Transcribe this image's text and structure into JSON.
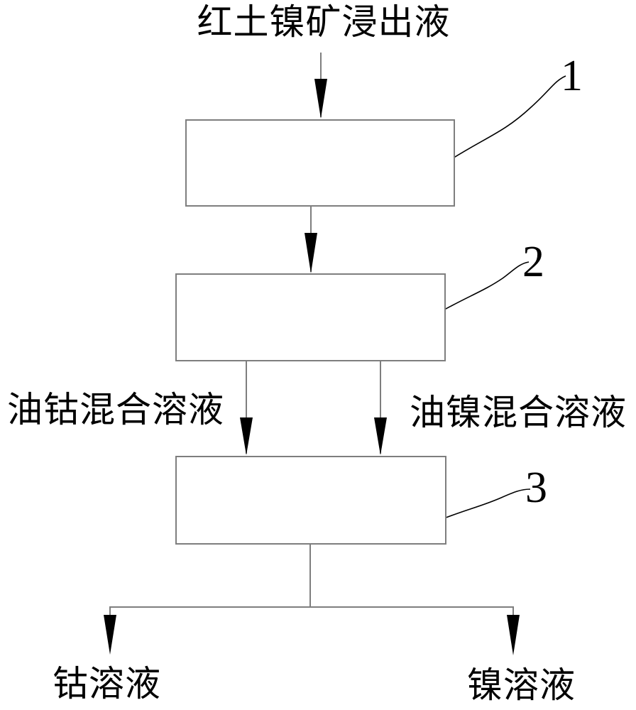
{
  "figure": {
    "labels": {
      "input": "红土镍矿浸出液",
      "mid_left": "油钴混合溶液",
      "mid_right": "油镍混合溶液",
      "bottom_left": "钴溶液",
      "bottom_right": "镍溶液"
    },
    "refs": {
      "r1": "1",
      "r2": "2",
      "r3": "3"
    },
    "colors": {
      "line": "#7e7e7e",
      "ink": "#000000",
      "bg": "#ffffff"
    }
  }
}
